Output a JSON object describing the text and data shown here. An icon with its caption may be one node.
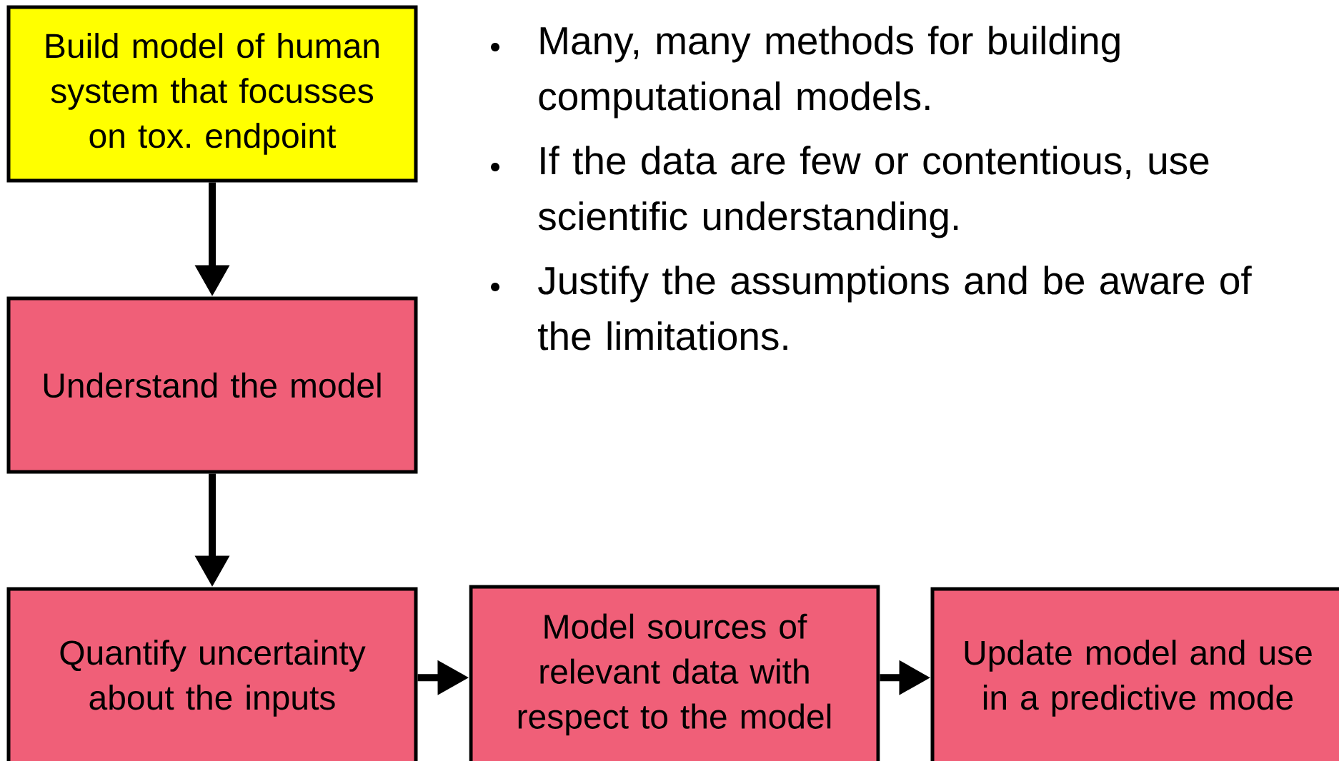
{
  "diagram": {
    "nodes": [
      {
        "text": [
          "Build model of human system that focusses on tox. endpoint"
        ]
      },
      {
        "text": [
          "Understand the model"
        ]
      },
      {
        "text": [
          "Quantify uncertainty about the inputs"
        ]
      },
      {
        "text": [
          "Model sources of relevant data with respect to the model"
        ]
      },
      {
        "text": [
          "Update model and use in a predictive mode"
        ]
      }
    ],
    "edges": [
      {
        "from": 0,
        "to": 1,
        "arrow": "to"
      },
      {
        "from": 1,
        "to": 2,
        "arrow": "to"
      },
      {
        "from": 2,
        "to": 3,
        "arrow": "to"
      },
      {
        "from": 3,
        "to": 4,
        "arrow": "to"
      }
    ],
    "labels": [
      "Many, many methods for building computational models.",
      "If the data are few or contentious, use scientific understanding.",
      "Justify the assumptions and be aware of the limitations."
    ]
  }
}
